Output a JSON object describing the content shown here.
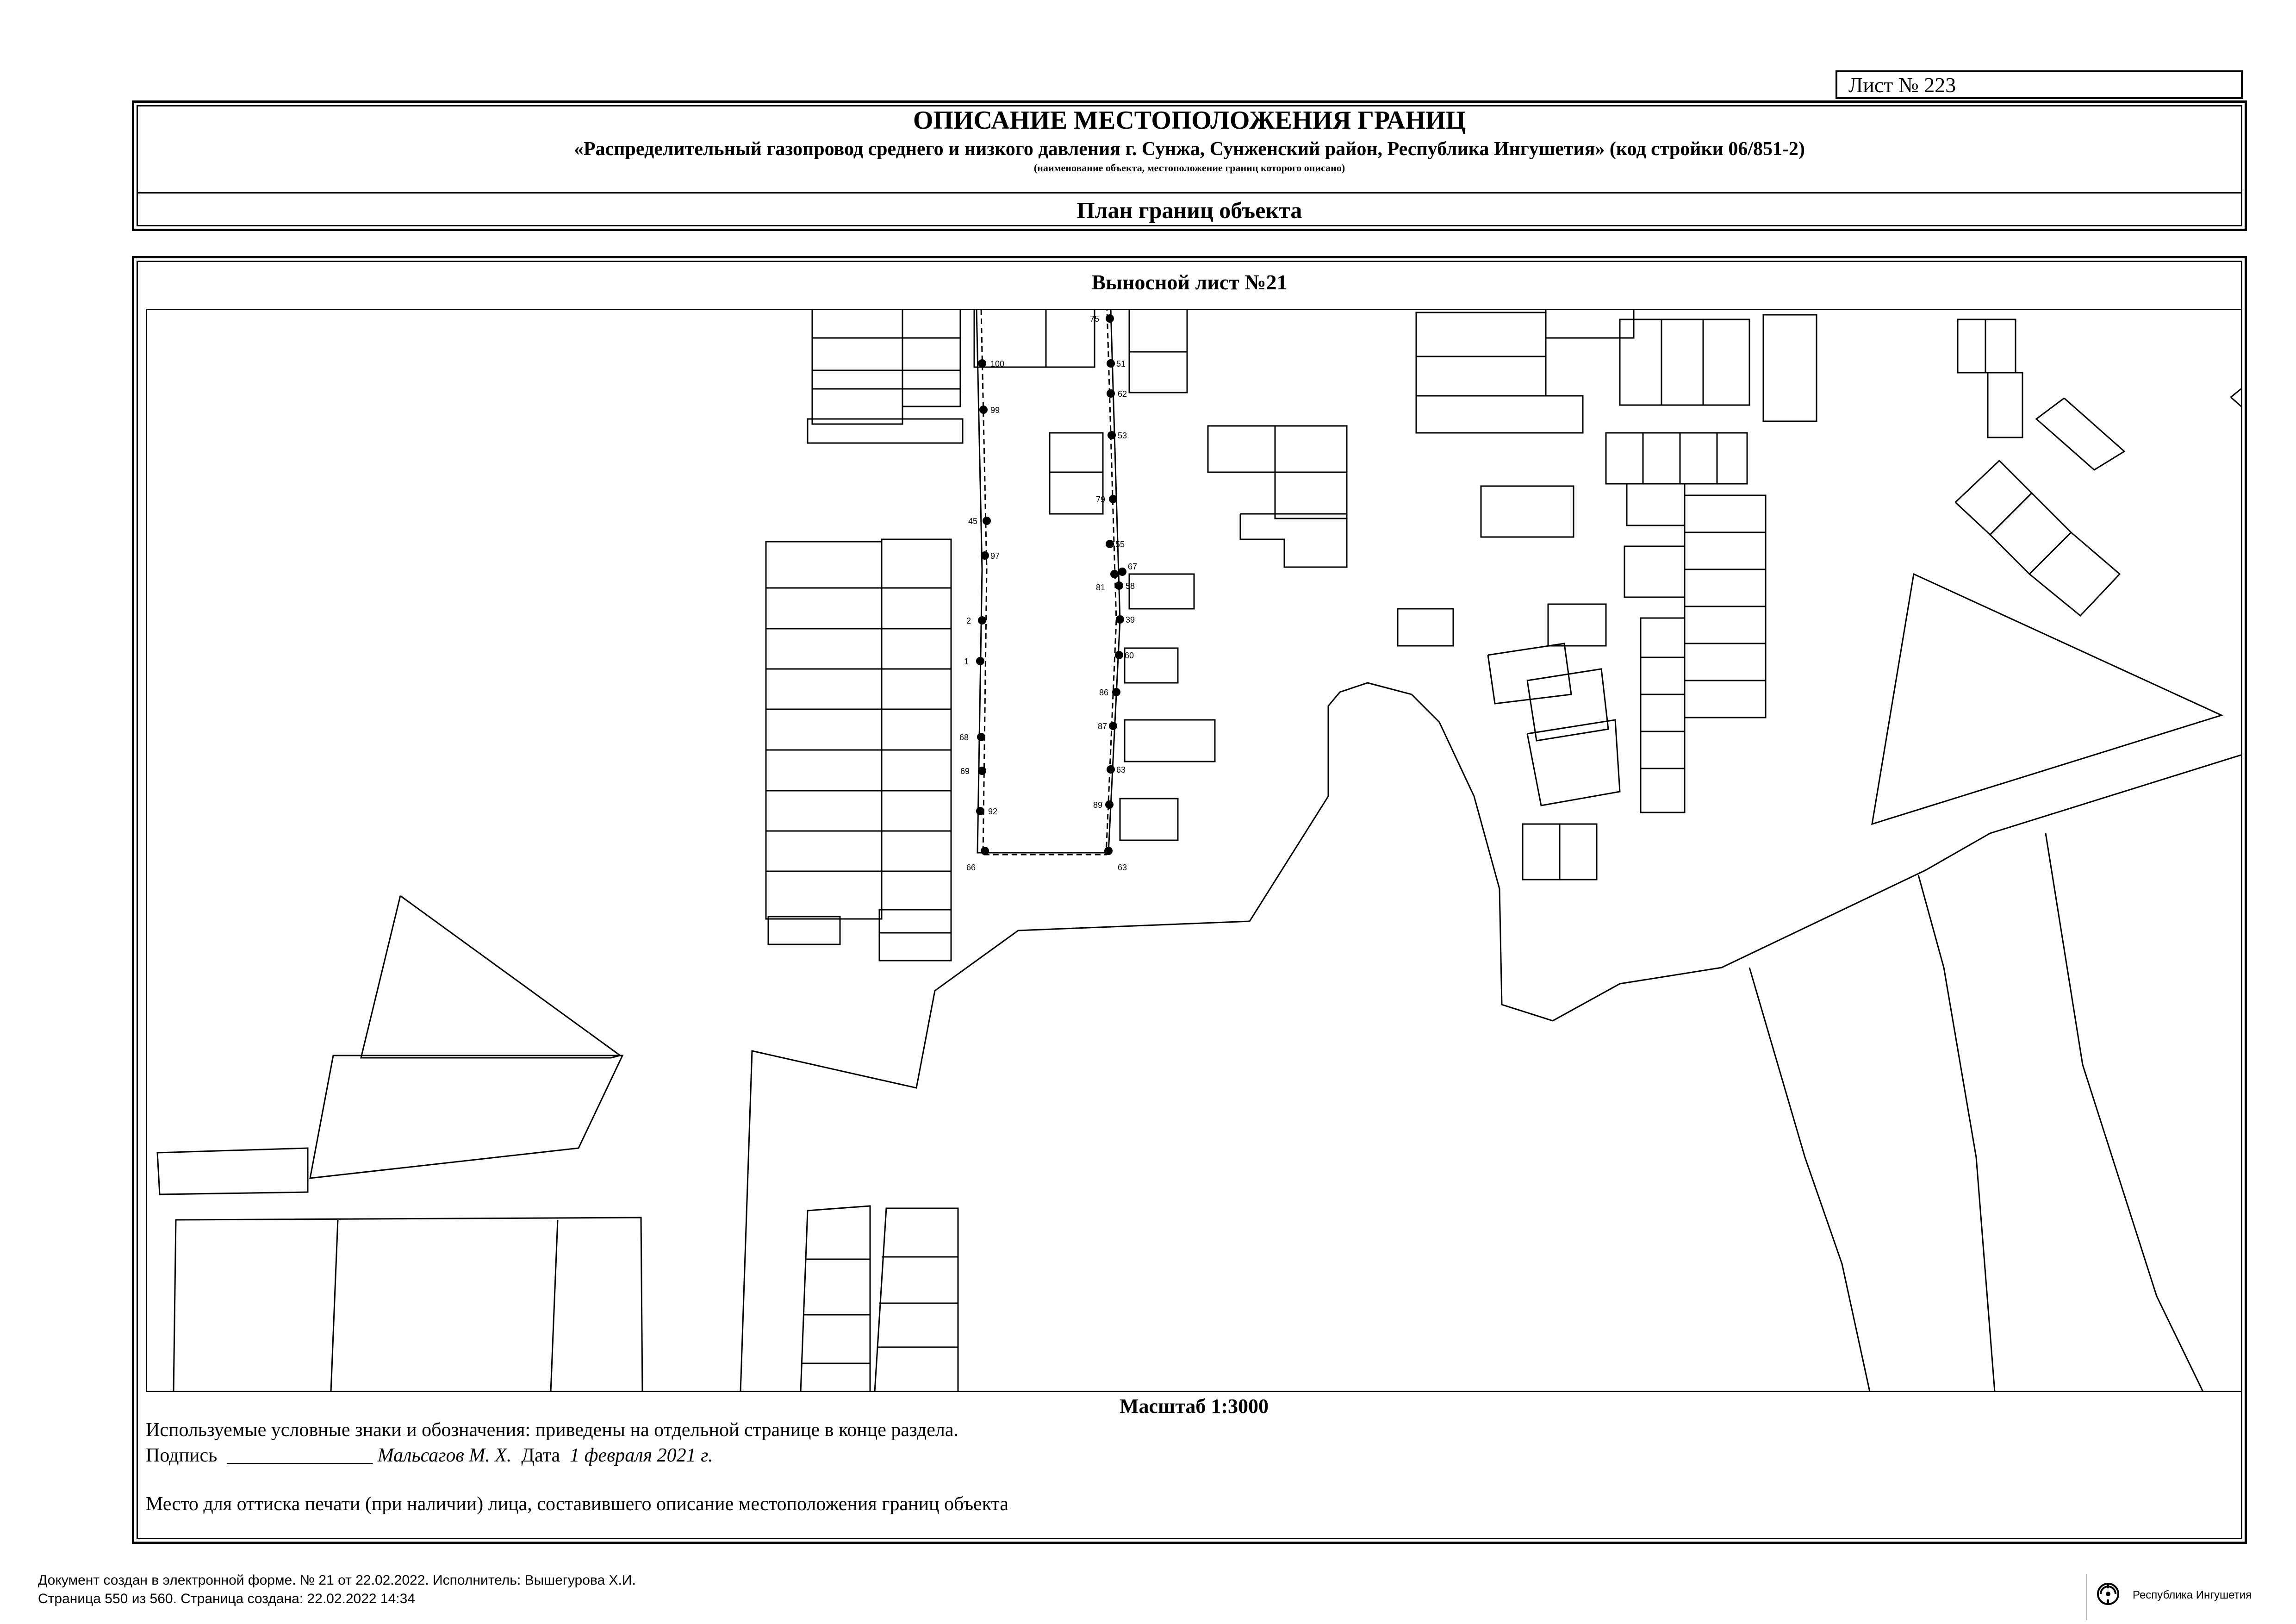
{
  "sheet": {
    "number_label": "Лист № 223"
  },
  "header": {
    "title": "ОПИСАНИЕ МЕСТОПОЛОЖЕНИЯ ГРАНИЦ",
    "object_name": "«Распределительный газопровод среднего и низкого давления г. Сунжа, Сунженский район, Республика Ингушетия» (код стройки 06/851-2)",
    "note": "(наименование объекта, местоположение границ которого описано)",
    "plan_title": "План границ объекта"
  },
  "map": {
    "leaf_title": "Выносной лист №21",
    "scale": "Масштаб 1:3000",
    "point_labels": [
      "100",
      "99",
      "45",
      "97",
      "2",
      "1",
      "68",
      "69",
      "92",
      "66",
      "63",
      "75",
      "51",
      "62",
      "53",
      "79",
      "55",
      "81",
      "67",
      "58",
      "39",
      "60",
      "86",
      "87",
      "89"
    ]
  },
  "legend": {
    "symbols_text": "Используемые условные знаки и обозначения: приведены на отдельной странице в конце раздела.",
    "signature_label": "Подпись",
    "signature_line": "_______________",
    "signer": "Мальсагов М. Х.",
    "date_label": "Дата",
    "date_value": "1 февраля 2021 г.",
    "stamp_text": "Место для оттиска печати (при наличии) лица, составившего описание местоположения границ объекта"
  },
  "footer": {
    "line1": "Документ создан в электронной форме. № 21 от 22.02.2022. Исполнитель: Вышегурова Х.И.",
    "line2": "Страница 550 из 560. Страница создана: 22.02.2022 14:34",
    "region": "Республика Ингушетия",
    "emblem_icon": "ingushetia-emblem-icon"
  }
}
